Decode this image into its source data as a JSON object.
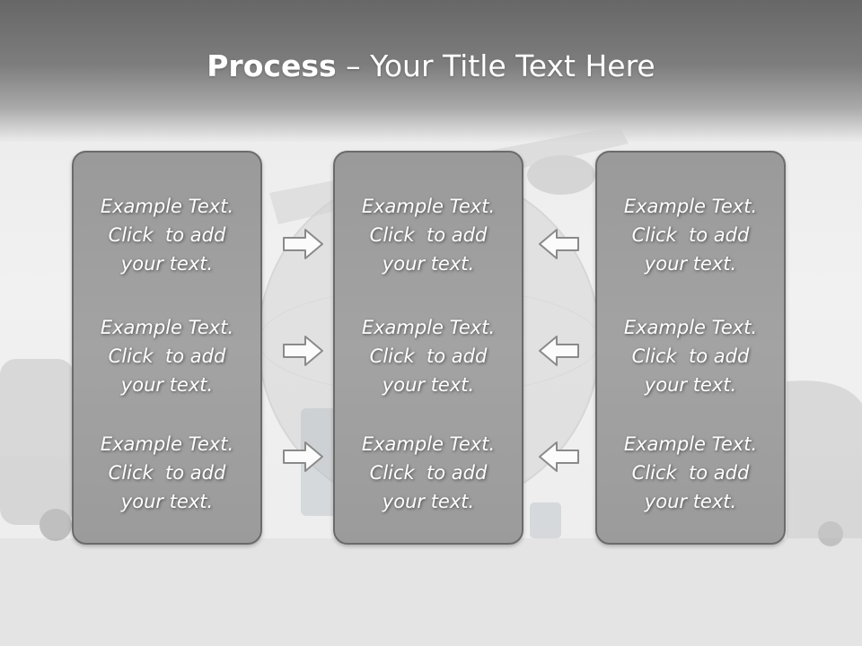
{
  "slide": {
    "title_bold": "Process",
    "title_rest": " – Your Title Text Here"
  },
  "panels": [
    {
      "blocks": [
        {
          "line1": "Example Text.",
          "line2": "Click  to add",
          "line3": "your text."
        },
        {
          "line1": "Example Text.",
          "line2": "Click  to add",
          "line3": "your text."
        },
        {
          "line1": "Example Text.",
          "line2": "Click  to add",
          "line3": "your text."
        }
      ]
    },
    {
      "blocks": [
        {
          "line1": "Example Text.",
          "line2": "Click  to add",
          "line3": "your text."
        },
        {
          "line1": "Example Text.",
          "line2": "Click  to add",
          "line3": "your text."
        },
        {
          "line1": "Example Text.",
          "line2": "Click  to add",
          "line3": "your text."
        }
      ]
    },
    {
      "blocks": [
        {
          "line1": "Example Text.",
          "line2": "Click  to add",
          "line3": "your text."
        },
        {
          "line1": "Example Text.",
          "line2": "Click  to add",
          "line3": "your text."
        },
        {
          "line1": "Example Text.",
          "line2": "Click  to add",
          "line3": "your text."
        }
      ]
    }
  ],
  "arrows": {
    "left_column_direction": "right",
    "right_column_direction": "left",
    "icon_right": "arrow-right-icon",
    "icon_left": "arrow-left-icon"
  },
  "colors": {
    "header": "#7d7d7d",
    "panel_fill": "#a0a0a0",
    "panel_border": "#6b6b6b",
    "text": "#ffffff"
  }
}
